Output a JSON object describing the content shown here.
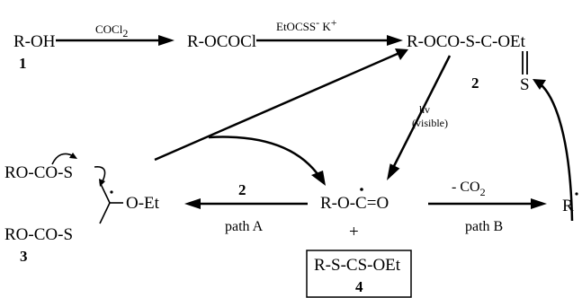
{
  "compounds": {
    "alcohol": "R-OH",
    "chloroformate": "R-OCOCl",
    "xanthate_ester": "R-OCO-S-C-OEt",
    "xanthate_s": "S",
    "radical_lhs": "R-O-C",
    "radical_rhs": "=O",
    "plus": "+",
    "byproduct": "R-S-CS-OEt",
    "adduct_top": "RO-CO-S",
    "adduct_bottom": "RO-CO-S",
    "adduct_oet": "O-Et",
    "alkyl_radical": "R"
  },
  "numbers": {
    "n1": "1",
    "n2": "2",
    "n3": "3",
    "n4": "4"
  },
  "reagents": {
    "phosgene": "COCl",
    "phosgene_sub": "2",
    "xanthate_salt": "EtOCSS",
    "xanthate_charge_minus": "-",
    "xanthate_cation": " K",
    "xanthate_charge_plus": "+",
    "light": "hv",
    "light_condition": "(visible)",
    "path_a_reagent": "2",
    "path_a_label": "path A",
    "path_b_reagent_prefix": "- CO",
    "path_b_reagent_sub": "2",
    "path_b_label": "path B"
  }
}
